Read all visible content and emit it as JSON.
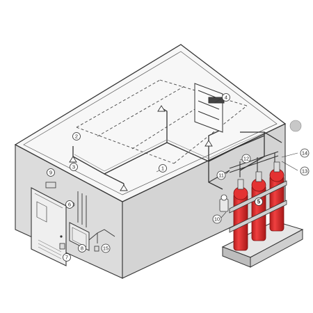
{
  "labels": {
    "c1": "1",
    "c2": "2",
    "c3": "3",
    "c4": "4",
    "c5": "5",
    "c6": "6",
    "c7": "7",
    "c8": "8",
    "c9": "9",
    "c10": "10",
    "c11": "11",
    "c12": "12",
    "c13": "13",
    "c14": "14",
    "c15": "15"
  },
  "colors": {
    "cylinder": "#e02a2a",
    "cylinder_dark": "#b01a1a",
    "line": "#333333",
    "wall": "#d9d9d9",
    "roof": "#ffffff",
    "base": "#cccccc"
  }
}
